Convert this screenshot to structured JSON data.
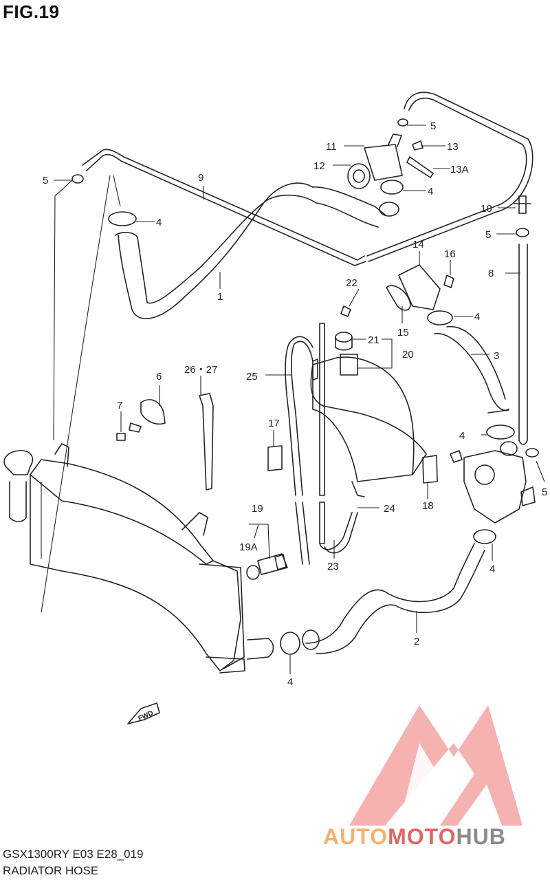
{
  "figure": {
    "title": "FIG.19",
    "model_code": "GSX1300RY E03 E28_019",
    "name": "RADIATOR HOSE"
  },
  "watermark": {
    "part1": "AUTO",
    "part2": "MOTO",
    "part3": "HUB",
    "colors": {
      "auto": "#f6b26b",
      "moto": "#e06666",
      "hub": "#8a8a8a",
      "logo": "#f4a3a3"
    }
  },
  "fwd_label": "FWD",
  "callouts": [
    {
      "id": "c-1",
      "text": "1"
    },
    {
      "id": "c-2",
      "text": "2"
    },
    {
      "id": "c-3",
      "text": "3"
    },
    {
      "id": "c-4a",
      "text": "4"
    },
    {
      "id": "c-4b",
      "text": "4"
    },
    {
      "id": "c-4c",
      "text": "4"
    },
    {
      "id": "c-4d",
      "text": "4"
    },
    {
      "id": "c-4e",
      "text": "4"
    },
    {
      "id": "c-4f",
      "text": "4"
    },
    {
      "id": "c-5a",
      "text": "5"
    },
    {
      "id": "c-5b",
      "text": "5"
    },
    {
      "id": "c-5c",
      "text": "5"
    },
    {
      "id": "c-5d",
      "text": "5"
    },
    {
      "id": "c-6",
      "text": "6"
    },
    {
      "id": "c-7",
      "text": "7"
    },
    {
      "id": "c-8",
      "text": "8"
    },
    {
      "id": "c-9",
      "text": "9"
    },
    {
      "id": "c-10",
      "text": "10"
    },
    {
      "id": "c-11",
      "text": "11"
    },
    {
      "id": "c-12",
      "text": "12"
    },
    {
      "id": "c-13",
      "text": "13"
    },
    {
      "id": "c-13a",
      "text": "13A"
    },
    {
      "id": "c-14",
      "text": "14"
    },
    {
      "id": "c-15",
      "text": "15"
    },
    {
      "id": "c-16",
      "text": "16"
    },
    {
      "id": "c-17",
      "text": "17"
    },
    {
      "id": "c-18",
      "text": "18"
    },
    {
      "id": "c-19",
      "text": "19"
    },
    {
      "id": "c-19a",
      "text": "19A"
    },
    {
      "id": "c-20",
      "text": "20"
    },
    {
      "id": "c-21",
      "text": "21"
    },
    {
      "id": "c-22",
      "text": "22"
    },
    {
      "id": "c-23",
      "text": "23"
    },
    {
      "id": "c-24",
      "text": "24"
    },
    {
      "id": "c-25",
      "text": "25"
    },
    {
      "id": "c-2627",
      "text": "26・27"
    }
  ]
}
